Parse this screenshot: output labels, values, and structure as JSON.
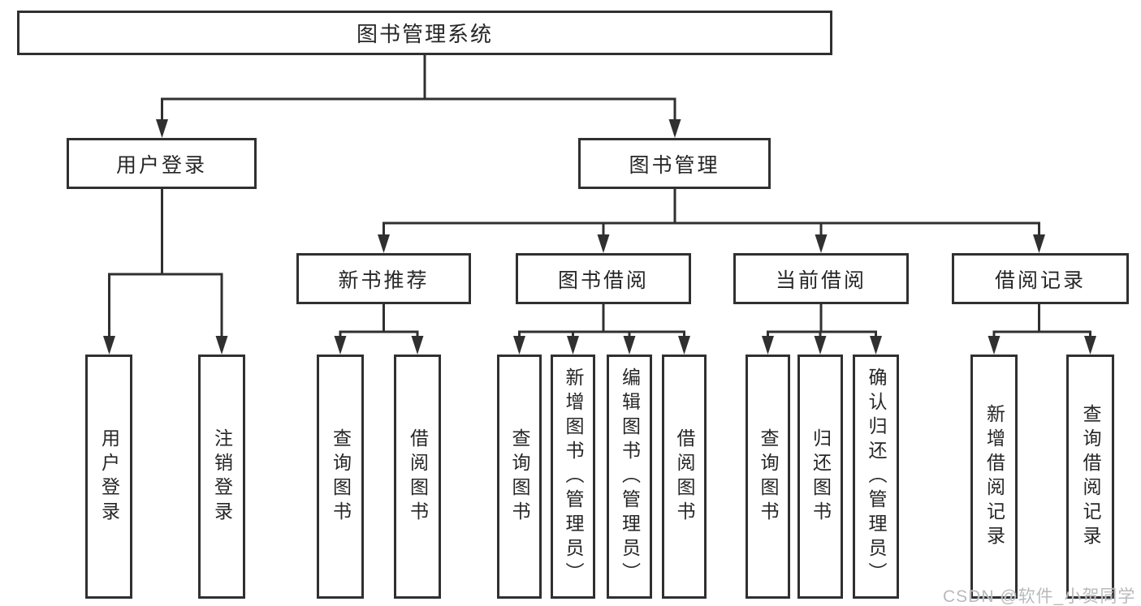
{
  "diagram_title": "图书管理系统",
  "colors": {
    "line": "#303030",
    "box_border": "#303030",
    "text": "#262626",
    "background": "#ffffff",
    "watermark": "#b7babd"
  },
  "nodes": {
    "root": {
      "label": "图书管理系统"
    },
    "user_login": {
      "label": "用户登录"
    },
    "book_mgmt": {
      "label": "图书管理"
    },
    "new_book": {
      "label": "新书推荐"
    },
    "book_borrow": {
      "label": "图书借阅"
    },
    "current_borrow": {
      "label": "当前借阅"
    },
    "borrow_record": {
      "label": "借阅记录"
    },
    "leaf_user_login": {
      "label": "用户登录"
    },
    "leaf_logout": {
      "label": "注销登录"
    },
    "leaf_nb_query": {
      "label": "查询图书"
    },
    "leaf_nb_borrow": {
      "label": "借阅图书"
    },
    "leaf_bb_query": {
      "label": "查询图书"
    },
    "leaf_bb_add": {
      "label": "新增图书（管理员）"
    },
    "leaf_bb_edit": {
      "label": "编辑图书（管理员）"
    },
    "leaf_bb_borrow": {
      "label": "借阅图书"
    },
    "leaf_cb_query": {
      "label": "查询图书"
    },
    "leaf_cb_return": {
      "label": "归还图书"
    },
    "leaf_cb_confirm": {
      "label": "确认归还（管理员）"
    },
    "leaf_br_add": {
      "label": "新增借阅记录"
    },
    "leaf_br_query": {
      "label": "查询借阅记录"
    }
  },
  "hierarchy": {
    "图书管理系统": {
      "用户登录": [
        "用户登录",
        "注销登录"
      ],
      "图书管理": {
        "新书推荐": [
          "查询图书",
          "借阅图书"
        ],
        "图书借阅": [
          "查询图书",
          "新增图书（管理员）",
          "编辑图书（管理员）",
          "借阅图书"
        ],
        "当前借阅": [
          "查询图书",
          "归还图书",
          "确认归还（管理员）"
        ],
        "借阅记录": [
          "新增借阅记录",
          "查询借阅记录"
        ]
      }
    }
  },
  "watermark": {
    "text": "CSDN @软件_小贺同学"
  }
}
